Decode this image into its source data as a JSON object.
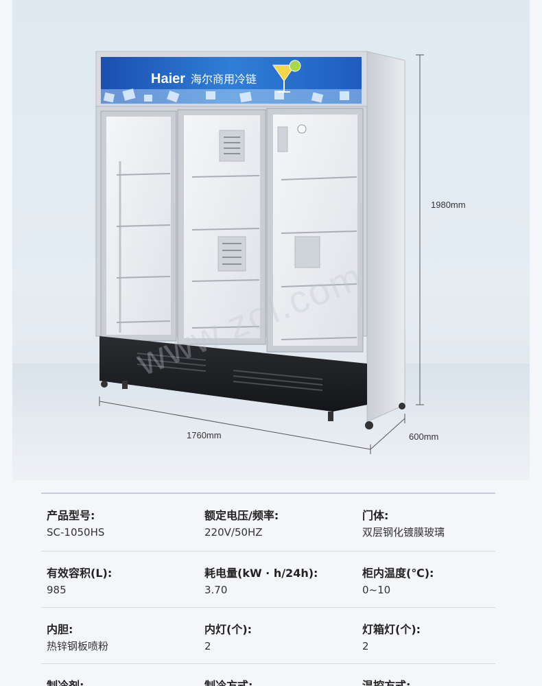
{
  "brand": {
    "logo_text": "Haier",
    "sign_text": "海尔商用冷链"
  },
  "dimensions": {
    "height": "1980mm",
    "width": "1760mm",
    "depth": "600mm"
  },
  "watermark": "www.zol.com",
  "specs": [
    [
      {
        "label": "产品型号:",
        "value": "SC-1050HS"
      },
      {
        "label": "额定电压/频率:",
        "value": "220V/50HZ"
      },
      {
        "label": "门体:",
        "value": "双层钢化镀膜玻璃"
      }
    ],
    [
      {
        "label": "有效容积(L):",
        "value": "985"
      },
      {
        "label": "耗电量(kW · h/24h):",
        "value": "3.70"
      },
      {
        "label": "柜内温度(℃):",
        "value": "0~10"
      }
    ],
    [
      {
        "label": "内胆:",
        "value": "热锌钢板喷粉"
      },
      {
        "label": "内灯(个):",
        "value": "2"
      },
      {
        "label": "灯箱灯(个):",
        "value": "2"
      }
    ],
    [
      {
        "label": "制冷剂:",
        "value": ""
      },
      {
        "label": "制冷方式:",
        "value": ""
      },
      {
        "label": "温控方式:",
        "value": ""
      }
    ]
  ]
}
